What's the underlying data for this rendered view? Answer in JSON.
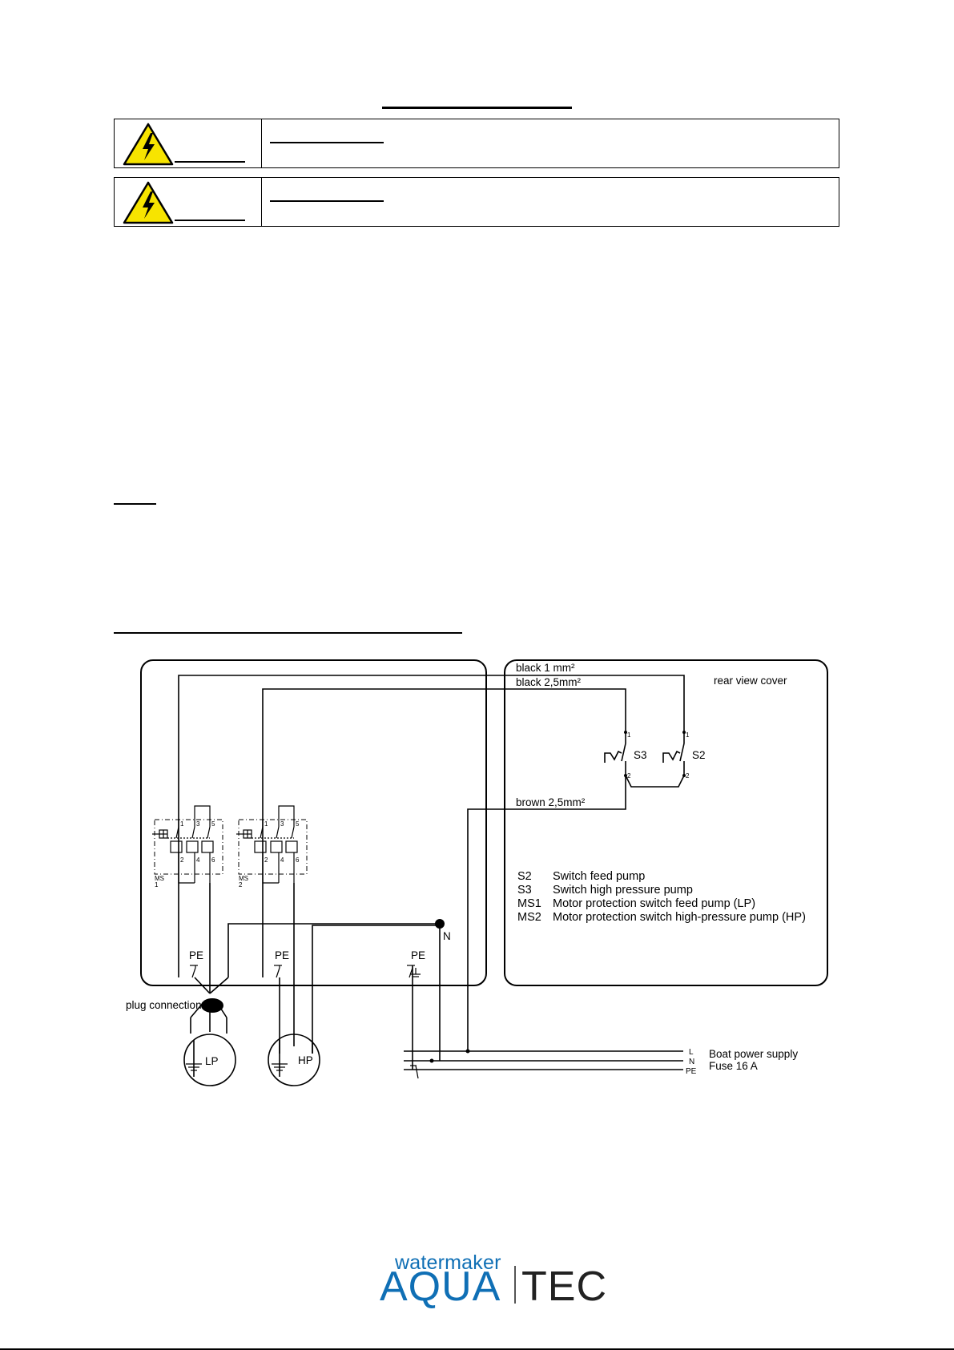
{
  "diagram": {
    "cover_labels": {
      "wire_black_1": "black 1 mm²",
      "wire_black_25": "black 2,5mm²",
      "rear_view": "rear view cover",
      "wire_brown": "brown 2,5mm²",
      "s3": "S3",
      "s2": "S2",
      "terminal_1": "1",
      "terminal_2": "2"
    },
    "legend": [
      {
        "code": "S2",
        "text": "Switch feed pump"
      },
      {
        "code": "S3",
        "text": "Switch high pressure pump"
      },
      {
        "code": "MS1",
        "text": "Motor protection switch feed pump (LP)"
      },
      {
        "code": "MS2",
        "text": "Motor protection switch high-pressure pump (HP)"
      }
    ],
    "ms_labels": {
      "ms1_a": "MS",
      "ms1_b": "1",
      "ms2_a": "MS",
      "ms2_b": "2",
      "t1": "1",
      "t3": "3",
      "t5": "5",
      "t2": "2",
      "t4": "4",
      "t6": "6"
    },
    "labels": {
      "pe": "PE",
      "n": "N",
      "plug": "plug connection",
      "lp": "LP",
      "hp": "HP",
      "line_l": "L",
      "line_n": "N",
      "line_pe": "PE",
      "supply": "Boat power supply",
      "fuse": "Fuse 16 A"
    }
  },
  "footer": {
    "logo_top": "watermaker",
    "logo_left": "AQUA",
    "logo_right": "TEC"
  },
  "colors": {
    "logo_blue": "#0f6fb5",
    "warning_yellow": "#f7e400"
  },
  "icons": [
    "high-voltage-warning-icon"
  ]
}
